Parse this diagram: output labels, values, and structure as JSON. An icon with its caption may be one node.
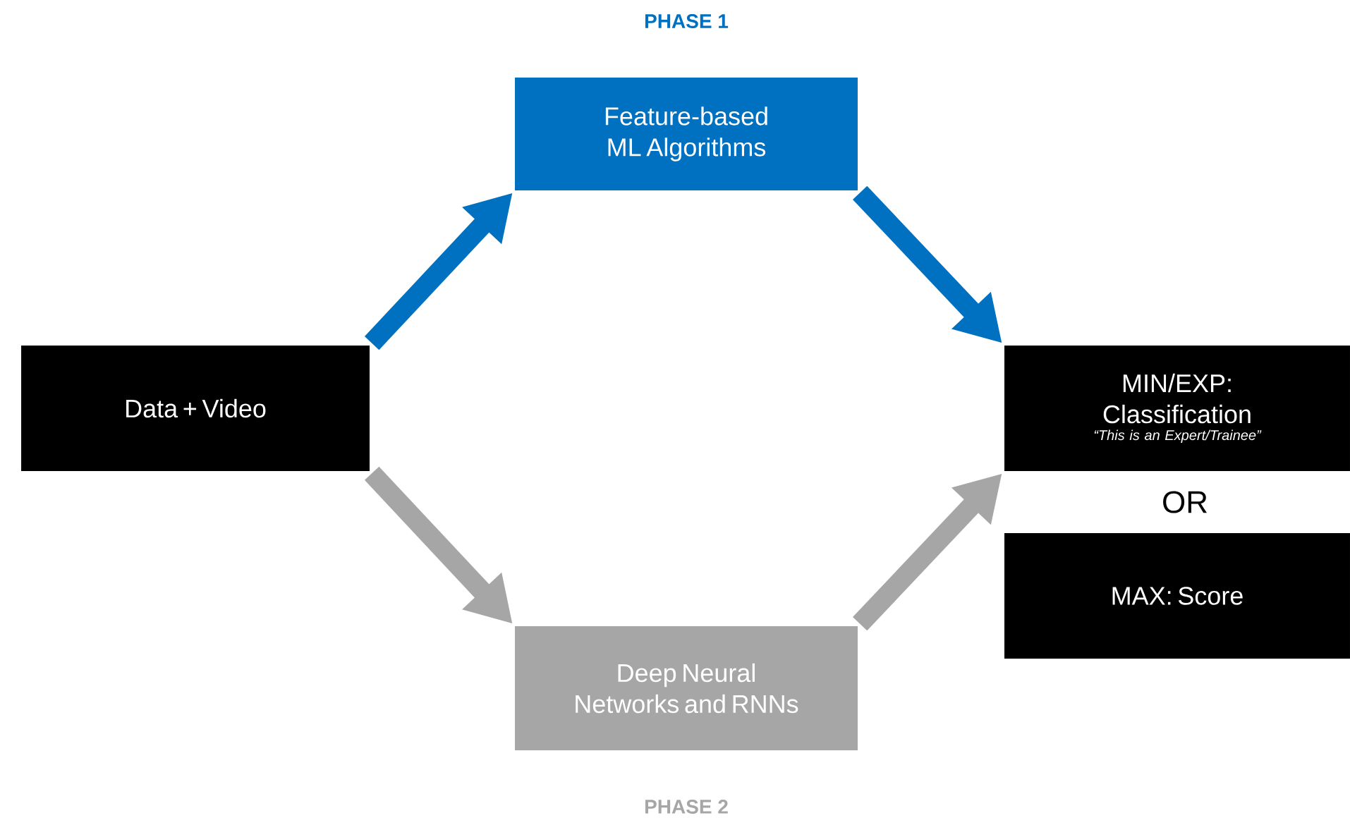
{
  "diagram": {
    "nodes": [
      {
        "text": [
          "Data + Video"
        ]
      },
      {
        "text": [
          "Feature-based ML Algorithms"
        ],
        "beside": [
          "PHASE 1"
        ]
      },
      {
        "text": [
          "Deep Neural Networks and RNNs"
        ],
        "beside": [
          "PHASE 2"
        ]
      },
      {
        "text": [
          "MIN/EXP: Classification",
          "“This is an Expert/Trainee”"
        ]
      },
      {
        "text": [
          "MAX: Score"
        ]
      }
    ],
    "edges": [
      {
        "from": 0,
        "to": 1,
        "arrow": "to",
        "color": "#0070c0"
      },
      {
        "from": 1,
        "to": 3,
        "arrow": "to",
        "color": "#0070c0"
      },
      {
        "from": 0,
        "to": 2,
        "arrow": "to",
        "color": "#a6a6a6"
      },
      {
        "from": 2,
        "to": 3,
        "arrow": "to",
        "color": "#a6a6a6"
      }
    ],
    "labels": [
      "OR"
    ]
  }
}
